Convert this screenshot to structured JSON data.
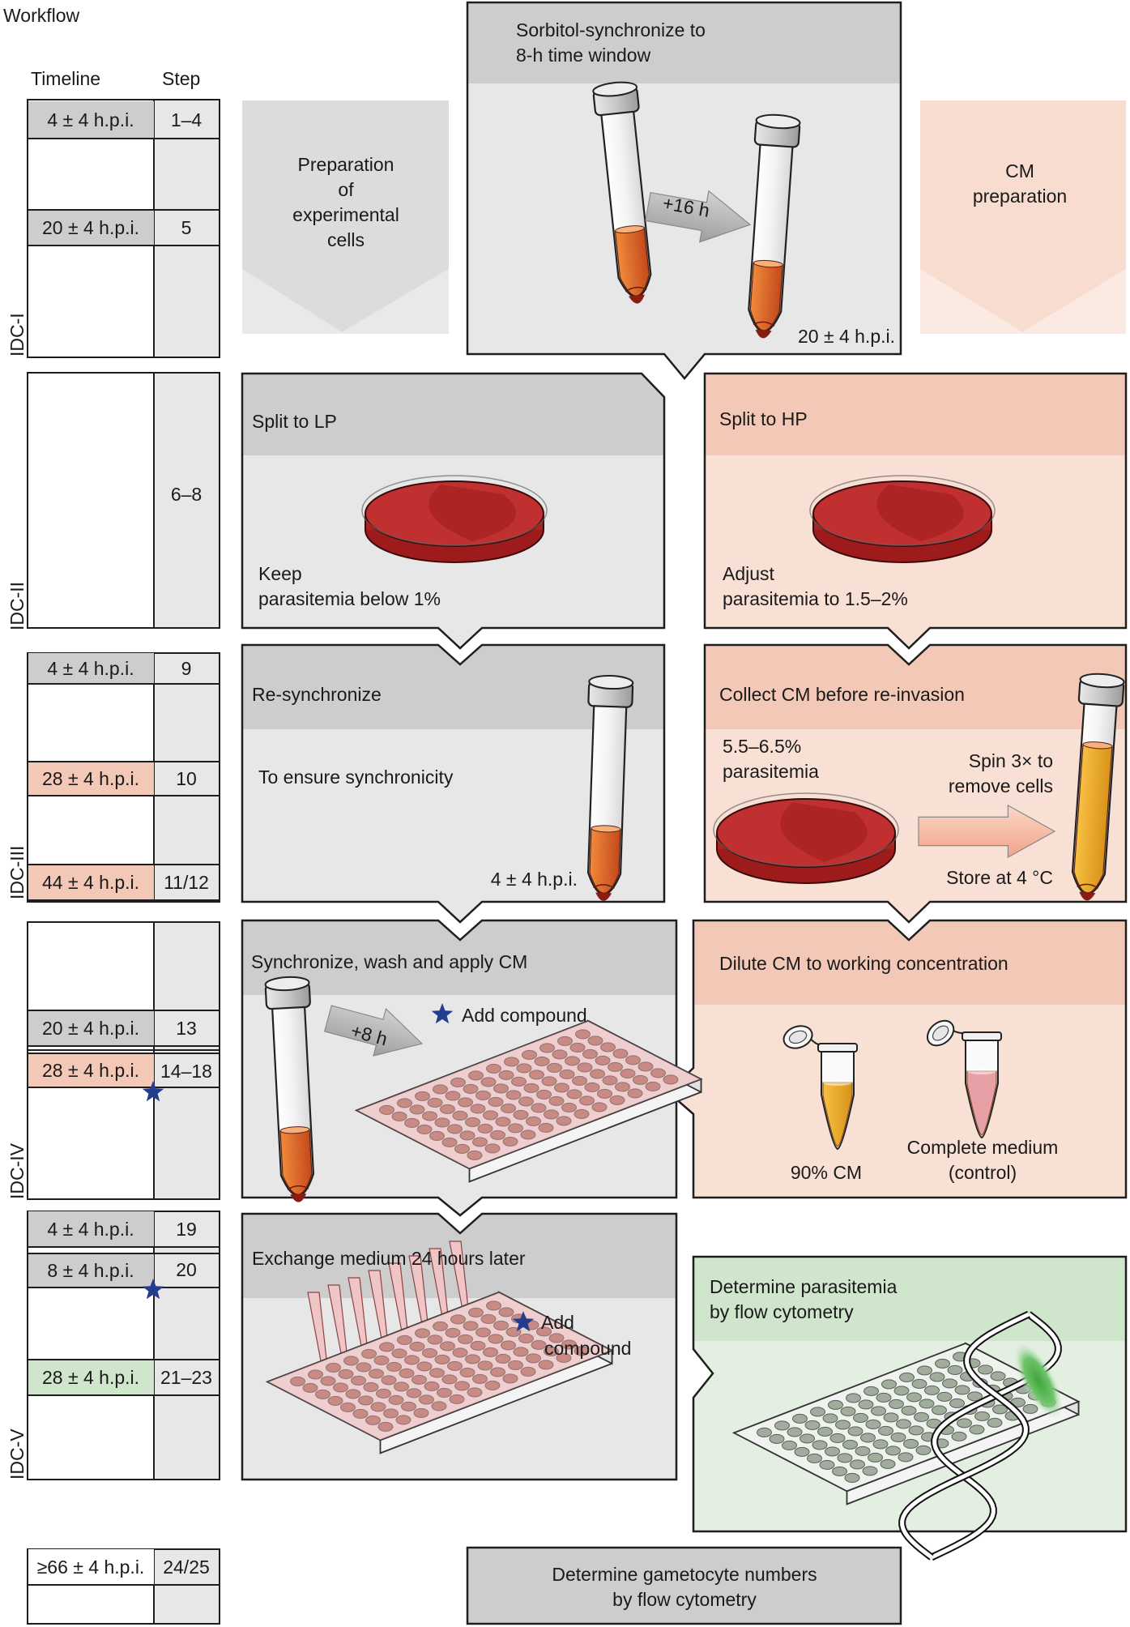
{
  "header": {
    "title": "Workflow",
    "timeline_label": "Timeline",
    "step_label": "Step"
  },
  "phases": [
    "IDC-I",
    "IDC-II",
    "IDC-III",
    "IDC-IV",
    "IDC-V"
  ],
  "timeline": [
    {
      "time": "4 ± 4 h.p.i.",
      "step": "1–4"
    },
    {
      "time": "20 ± 4 h.p.i.",
      "step": "5"
    },
    {
      "time": "",
      "step": "6–8"
    },
    {
      "time": "4 ± 4 h.p.i.",
      "step": "9"
    },
    {
      "time": "28 ± 4 h.p.i.",
      "step": "10"
    },
    {
      "time": "44 ± 4 h.p.i.",
      "step": "11/12"
    },
    {
      "time": "20 ± 4 h.p.i.",
      "step": "13"
    },
    {
      "time": "28 ± 4 h.p.i.",
      "step": "14–18"
    },
    {
      "time": "4 ± 4 h.p.i.",
      "step": "19"
    },
    {
      "time": "8 ± 4 h.p.i.",
      "step": "20"
    },
    {
      "time": "28 ± 4 h.p.i.",
      "step": "21–23"
    },
    {
      "time": "≥66 ± 4 h.p.i.",
      "step": "24/25"
    }
  ],
  "colors": {
    "gray_header": "#cdcdce",
    "gray_body": "#e7e7e8",
    "peach_header": "#f3c8b6",
    "peach_body": "#f8e0d5",
    "green_header": "#cfe6cc",
    "green_body": "#e3efe1",
    "star": "#243d8e"
  },
  "panels": {
    "prep_label": [
      "Preparation",
      "of",
      "experimental",
      "cells"
    ],
    "cm_prep_label": [
      "CM",
      "preparation"
    ],
    "sorbitol": {
      "title_1": "Sorbitol-synchronize to",
      "title_2": "8-h time window",
      "arrow": "+16 h",
      "time": "20 ± 4 h.p.i."
    },
    "split_lp": {
      "title": "Split to LP",
      "note_1": "Keep",
      "note_2": "parasitemia below 1%"
    },
    "split_hp": {
      "title": "Split to HP",
      "note_1": "Adjust",
      "note_2": "parasitemia to 1.5–2%"
    },
    "resync": {
      "title": "Re-synchronize",
      "note": "To ensure synchronicity",
      "time": "4 ± 4 h.p.i."
    },
    "collect_cm": {
      "title": "Collect CM before re-invasion",
      "para_1": "5.5–6.5%",
      "para_2": "parasitemia",
      "spin_1": "Spin 3× to",
      "spin_2": "remove cells",
      "store": "Store at 4 °C"
    },
    "sync_wash": {
      "title": "Synchronize, wash and apply CM",
      "arrow": "+8 h",
      "compound": "Add compound"
    },
    "dilute": {
      "title": "Dilute CM to working concentration",
      "cm90": "90% CM",
      "ctrl_1": "Complete medium",
      "ctrl_2": "(control)"
    },
    "exchange": {
      "title": "Exchange medium 24 hours later",
      "compound_1": "Add",
      "compound_2": "compound"
    },
    "flow": {
      "title_1": "Determine parasitemia",
      "title_2": "by flow cytometry"
    },
    "gametocyte": {
      "line_1": "Determine gametocyte numbers",
      "line_2": "by flow cytometry"
    }
  }
}
